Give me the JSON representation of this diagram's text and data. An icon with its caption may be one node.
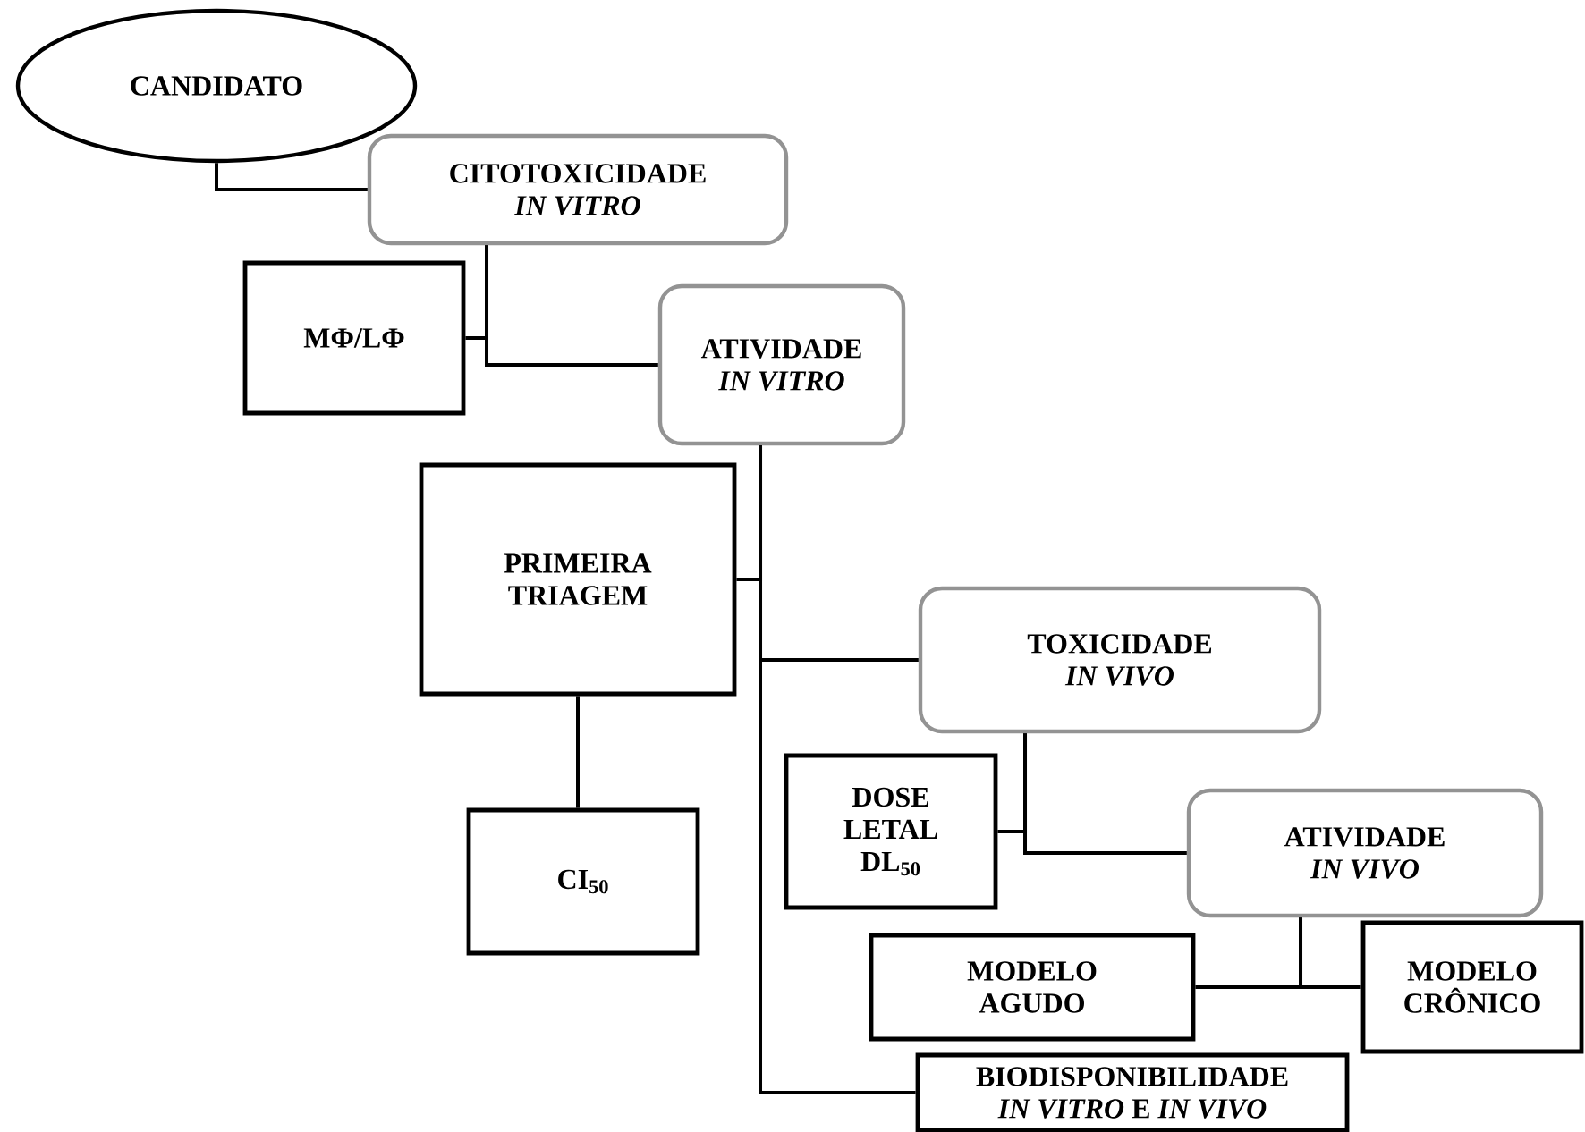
{
  "diagram": {
    "nodes": [
      {
        "text": [
          "CANDIDATO"
        ]
      },
      {
        "text": [
          "CITOTOXICIDADE",
          "IN VITRO"
        ]
      },
      {
        "text": [
          "MΦ/LΦ"
        ]
      },
      {
        "text": [
          "ATIVIDADE",
          "IN VITRO"
        ]
      },
      {
        "text": [
          "PRIMEIRA TRIAGEM"
        ]
      },
      {
        "text": [
          "TOXICIDADE",
          "IN VIVO"
        ]
      },
      {
        "text": [
          "CI$_{50}$"
        ]
      },
      {
        "text": [
          "DOSE LETAL DL$_{50}$"
        ]
      },
      {
        "text": [
          "ATIVIDADE",
          "IN VIVO"
        ]
      },
      {
        "text": [
          "MODELO AGUDO"
        ]
      },
      {
        "text": [
          "MODELO CRÔNICO"
        ]
      },
      {
        "text": [
          "BIODISPONIBILIDADE",
          "*IN VITRO* E *IN VIVO*"
        ]
      }
    ],
    "edges": [
      {
        "from": 0,
        "to": 1,
        "arrow": "none"
      },
      {
        "from": 1,
        "to": 2,
        "arrow": "none"
      },
      {
        "from": 1,
        "to": 3,
        "arrow": "none"
      },
      {
        "from": 3,
        "to": 4,
        "arrow": "none"
      },
      {
        "from": 3,
        "to": 5,
        "arrow": "none"
      },
      {
        "from": 3,
        "to": 11,
        "arrow": "none"
      },
      {
        "from": 4,
        "to": 6,
        "arrow": "none"
      },
      {
        "from": 5,
        "to": 7,
        "arrow": "none"
      },
      {
        "from": 5,
        "to": 8,
        "arrow": "none"
      },
      {
        "from": 8,
        "to": 9,
        "arrow": "none"
      },
      {
        "from": 8,
        "to": 10,
        "arrow": "none"
      }
    ]
  }
}
